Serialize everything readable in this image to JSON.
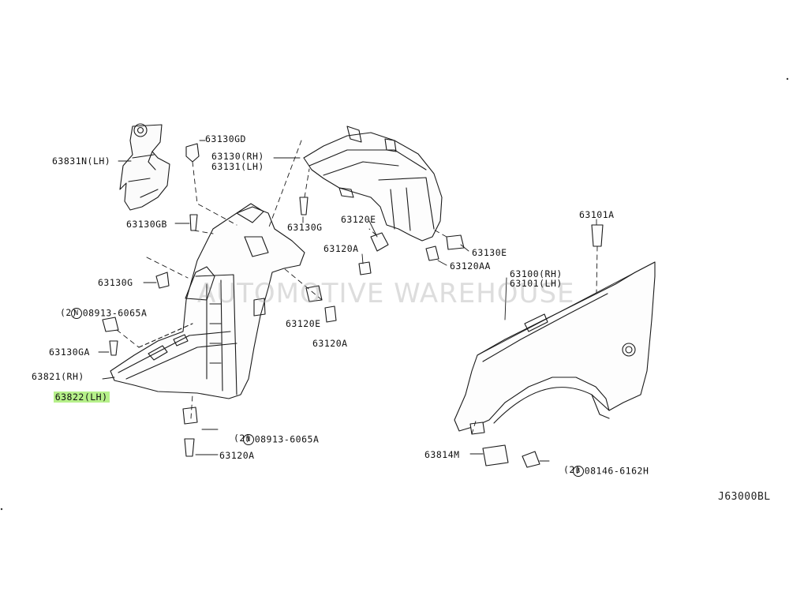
{
  "diagram_code": "J63000BL",
  "watermark": "AUTOMOTIVE WAREHOUSE",
  "highlight_color": "#b6f08a",
  "labels": {
    "p63831n": "63831N(LH)",
    "p63130gd": "63130GD",
    "p63130rh": "63130(RH)",
    "p63131lh": "63131(LH)",
    "p63130gb": "63130GB",
    "p63130g_top": "63130G",
    "p63130g_left": "63130G",
    "p63120e_top": "63120E",
    "p63120a_top": "63120A",
    "p63130e": "63130E",
    "p63120aa": "63120AA",
    "p63101a": "63101A",
    "p63100rh": "63100(RH)",
    "p63101lh": "63101(LH)",
    "n_left_code": "08913-6065A",
    "n_left_qty": "(2)",
    "p63130ga": "63130GA",
    "p63120e_mid": "63120E",
    "p63120a_mid": "63120A",
    "p63821": "63821(RH)",
    "p63822": "63822(LH)",
    "n_bottom_code": "08913-6065A",
    "n_bottom_qty": "(2)",
    "p63120a_bottom": "63120A",
    "p63814m": "63814M",
    "b_code": "08146-6162H",
    "b_qty": "(2)",
    "marker_n": "N",
    "marker_b": "B"
  }
}
